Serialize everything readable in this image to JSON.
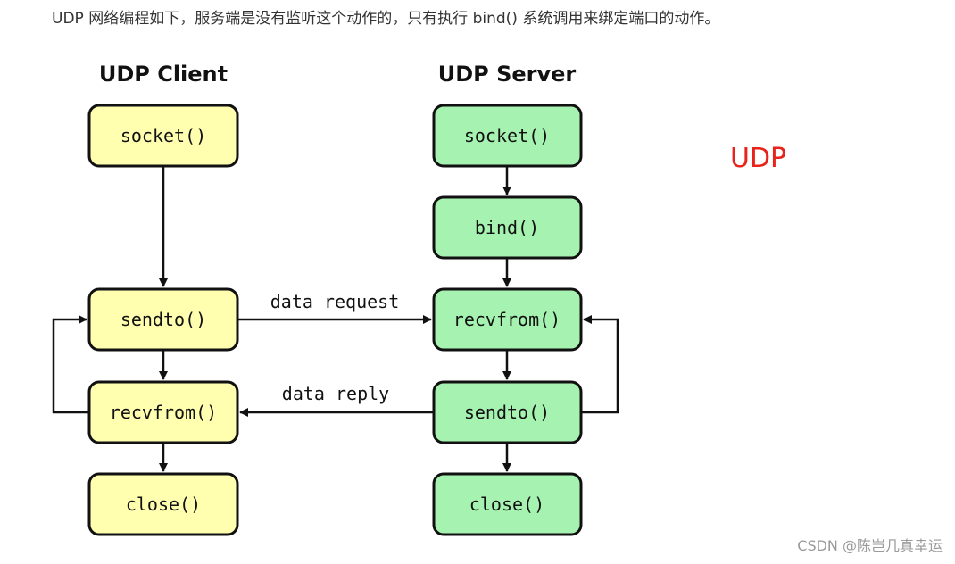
{
  "intro_text": "UDP 网络编程如下，服务端是没有监听这个动作的，只有执行 bind() 系统调用来绑定端口的动作。",
  "side_label": "UDP",
  "watermark": "CSDN @陈岂几真幸运",
  "colors": {
    "client_fill": "#ffffaf",
    "server_fill": "#a6f3b1",
    "stroke": "#111111",
    "side_label": "#e8231b"
  },
  "client": {
    "title": "UDP Client",
    "steps": [
      "socket()",
      "sendto()",
      "recvfrom()",
      "close()"
    ]
  },
  "server": {
    "title": "UDP Server",
    "steps": [
      "socket()",
      "bind()",
      "recvfrom()",
      "sendto()",
      "close()"
    ]
  },
  "messages": {
    "request": "data request",
    "reply": "data reply"
  }
}
